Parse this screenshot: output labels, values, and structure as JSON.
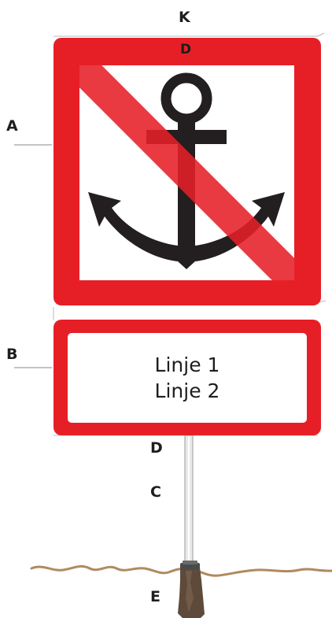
{
  "labels": {
    "k": "K",
    "d_top": "D",
    "a": "A",
    "b": "B",
    "d_bottom": "D",
    "c": "C",
    "e": "E"
  },
  "sign": {
    "line1": "Linje 1",
    "line2": "Linje 2",
    "symbol": "anchor-icon",
    "prohibition": "diagonal-bar"
  },
  "colors": {
    "sign_red": "#e61f27",
    "sign_white": "#ffffff",
    "anchor": "#231f20",
    "label_text": "#1e1e1e",
    "pole": "#e8e8e8",
    "ground": "#b08a5f",
    "stump": "#5e4a3a"
  }
}
